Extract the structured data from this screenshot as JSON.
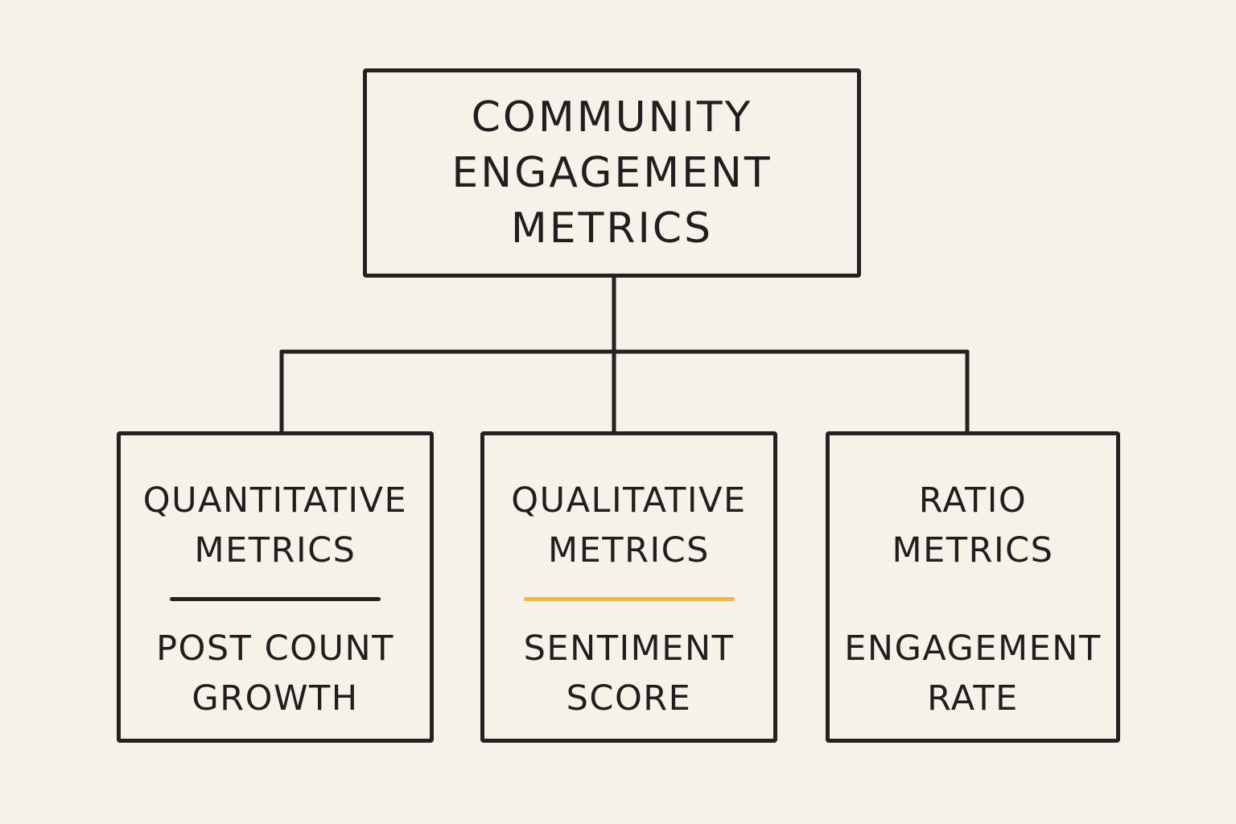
{
  "root": {
    "lines": [
      "COMMUNITY",
      "ENGAGEMENT",
      "METRICS"
    ]
  },
  "children": [
    {
      "title_lines": [
        "QUANTITATIVE",
        "METRICS"
      ],
      "example_lines": [
        "POST COUNT",
        "GROWTH"
      ],
      "divider": true,
      "divider_color": "#222222"
    },
    {
      "title_lines": [
        "QUALITATIVE",
        "METRICS"
      ],
      "example_lines": [
        "SENTIMENT",
        "SCORE"
      ],
      "divider": true,
      "divider_color": "#f2b744"
    },
    {
      "title_lines": [
        "RATIO",
        "METRICS"
      ],
      "example_lines": [
        "ENGAGEMENT",
        "RATE"
      ],
      "divider": false
    }
  ],
  "colors": {
    "background": "#f6f2ea",
    "stroke": "#222222",
    "accent": "#f2b744"
  }
}
